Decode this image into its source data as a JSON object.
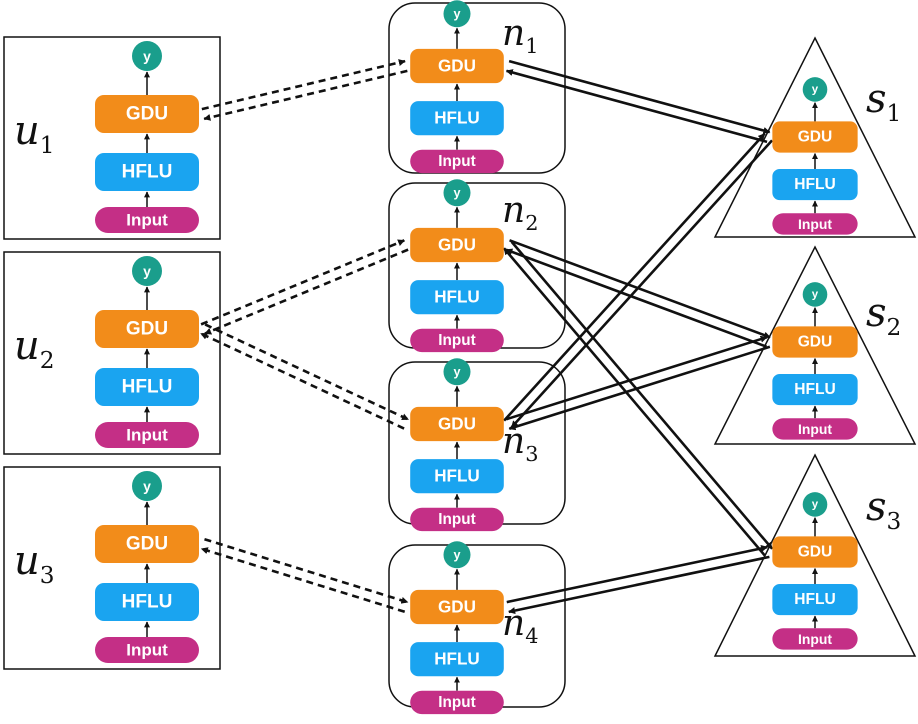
{
  "colors": {
    "gdu": "#f28c1a",
    "hflu": "#1aa4f0",
    "input": "#c42f86",
    "y": "#1a9e8c",
    "stroke": "#111111"
  },
  "block_labels": {
    "gdu": "GDU",
    "hflu": "HFLU",
    "input": "Input",
    "y": "y"
  },
  "users": [
    {
      "id": "u1",
      "base": "u",
      "sub": "1"
    },
    {
      "id": "u2",
      "base": "u",
      "sub": "2"
    },
    {
      "id": "u3",
      "base": "u",
      "sub": "3"
    }
  ],
  "nodes": [
    {
      "id": "n1",
      "base": "n",
      "sub": "1"
    },
    {
      "id": "n2",
      "base": "n",
      "sub": "2"
    },
    {
      "id": "n3",
      "base": "n",
      "sub": "3"
    },
    {
      "id": "n4",
      "base": "n",
      "sub": "4"
    }
  ],
  "servers": [
    {
      "id": "s1",
      "base": "s",
      "sub": "1"
    },
    {
      "id": "s2",
      "base": "s",
      "sub": "2"
    },
    {
      "id": "s3",
      "base": "s",
      "sub": "3"
    }
  ],
  "links": [
    {
      "from": "u1",
      "to": "n1",
      "style": "dashed"
    },
    {
      "from": "u2",
      "to": "n2",
      "style": "dashed"
    },
    {
      "from": "u2",
      "to": "n3",
      "style": "dashed"
    },
    {
      "from": "u3",
      "to": "n4",
      "style": "dashed"
    },
    {
      "from": "n1",
      "to": "s1",
      "style": "solid"
    },
    {
      "from": "n2",
      "to": "s2",
      "style": "solid"
    },
    {
      "from": "n2",
      "to": "s3",
      "style": "solid"
    },
    {
      "from": "n3",
      "to": "s1",
      "style": "solid"
    },
    {
      "from": "n3",
      "to": "s2",
      "style": "solid"
    },
    {
      "from": "n4",
      "to": "s3",
      "style": "solid"
    }
  ]
}
